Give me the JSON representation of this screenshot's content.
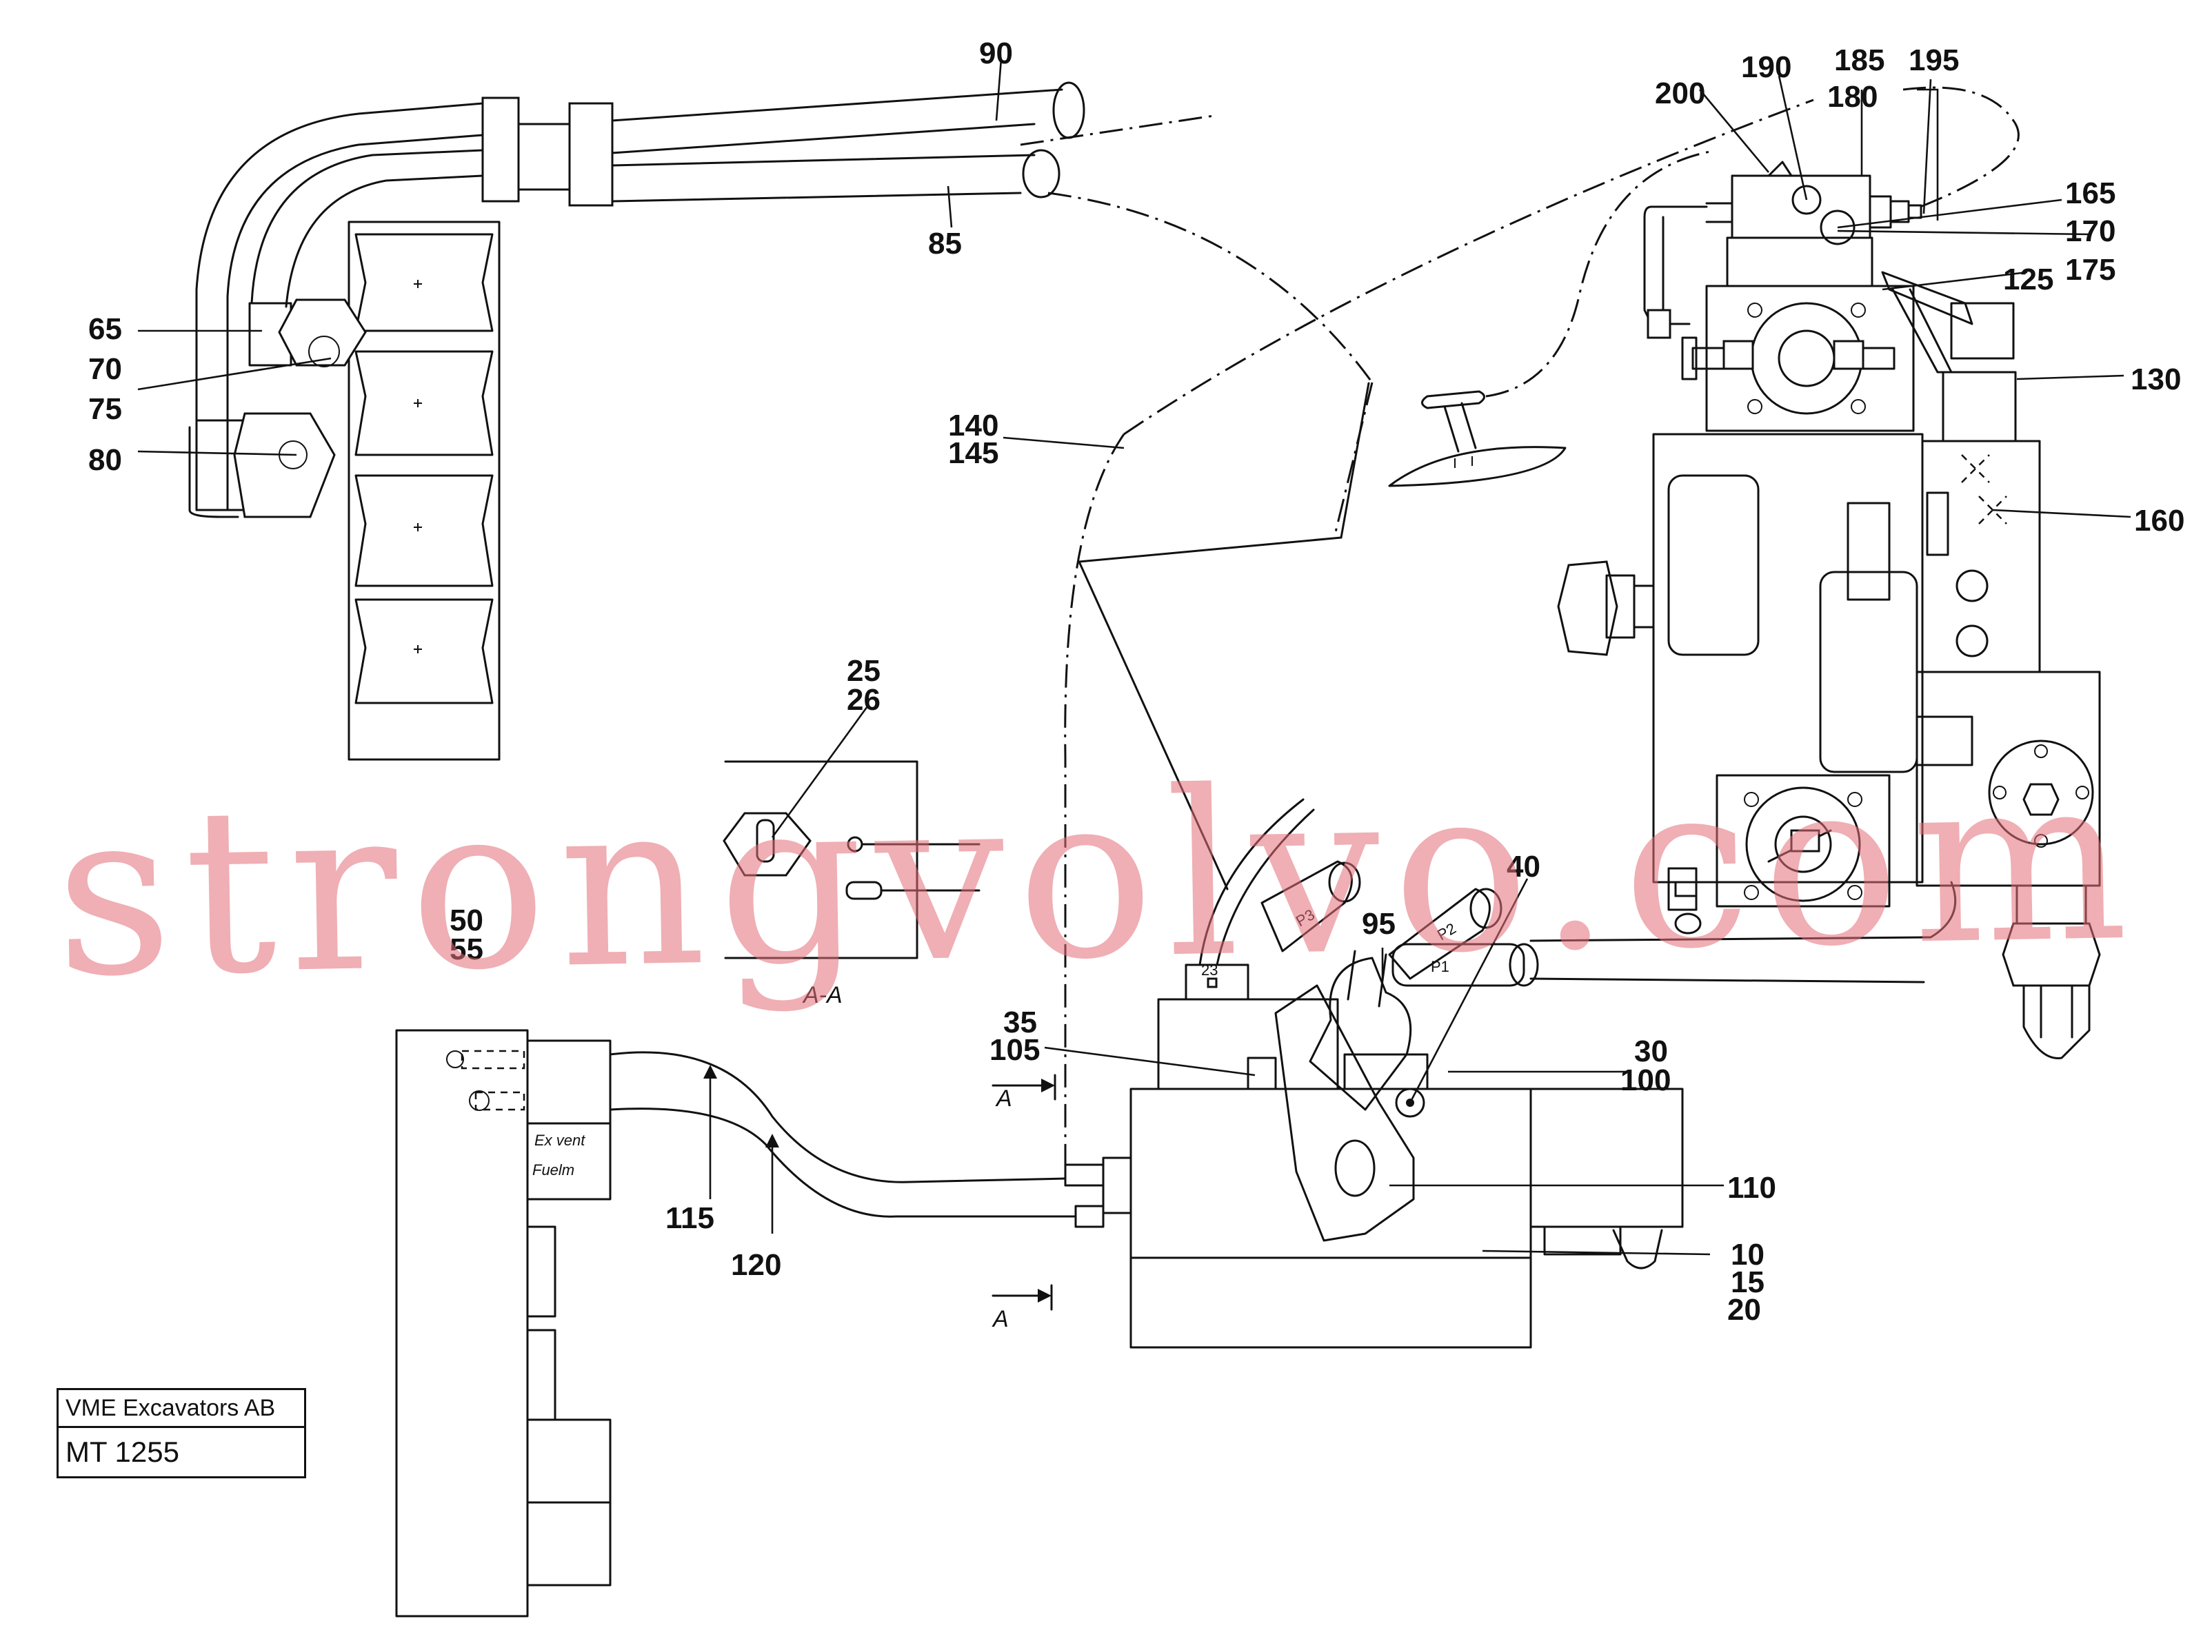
{
  "drawing": {
    "watermark": "strongvolvo.com",
    "company": "VME Excavators AB",
    "drawing_number": "MT 1255",
    "section_label": "A-A",
    "section_arrow_label": "A",
    "port_labels": [
      "P3",
      "P2",
      "P1"
    ],
    "tag_23": "23",
    "plate_text": [
      "Ex vent",
      "Fuelm"
    ]
  },
  "callouts": [
    {
      "id": "c90",
      "text": "90"
    },
    {
      "id": "c85",
      "text": "85"
    },
    {
      "id": "c65",
      "text": "65"
    },
    {
      "id": "c70",
      "text": "70"
    },
    {
      "id": "c75",
      "text": "75"
    },
    {
      "id": "c80",
      "text": "80"
    },
    {
      "id": "c140",
      "text": "140"
    },
    {
      "id": "c145",
      "text": "145"
    },
    {
      "id": "c25",
      "text": "25"
    },
    {
      "id": "c26",
      "text": "26"
    },
    {
      "id": "c50",
      "text": "50"
    },
    {
      "id": "c55",
      "text": "55"
    },
    {
      "id": "c35",
      "text": "35"
    },
    {
      "id": "c105",
      "text": "105"
    },
    {
      "id": "c95",
      "text": "95"
    },
    {
      "id": "c40",
      "text": "40"
    },
    {
      "id": "c30",
      "text": "30"
    },
    {
      "id": "c100",
      "text": "100"
    },
    {
      "id": "c110",
      "text": "110"
    },
    {
      "id": "c10",
      "text": "10"
    },
    {
      "id": "c15",
      "text": "15"
    },
    {
      "id": "c20",
      "text": "20"
    },
    {
      "id": "c115",
      "text": "115"
    },
    {
      "id": "c120",
      "text": "120"
    },
    {
      "id": "c200",
      "text": "200"
    },
    {
      "id": "c190",
      "text": "190"
    },
    {
      "id": "c185",
      "text": "185"
    },
    {
      "id": "c195",
      "text": "195"
    },
    {
      "id": "c180",
      "text": "180"
    },
    {
      "id": "c165",
      "text": "165"
    },
    {
      "id": "c170",
      "text": "170"
    },
    {
      "id": "c175",
      "text": "175"
    },
    {
      "id": "c125",
      "text": "125"
    },
    {
      "id": "c130",
      "text": "130"
    },
    {
      "id": "c160",
      "text": "160"
    }
  ]
}
